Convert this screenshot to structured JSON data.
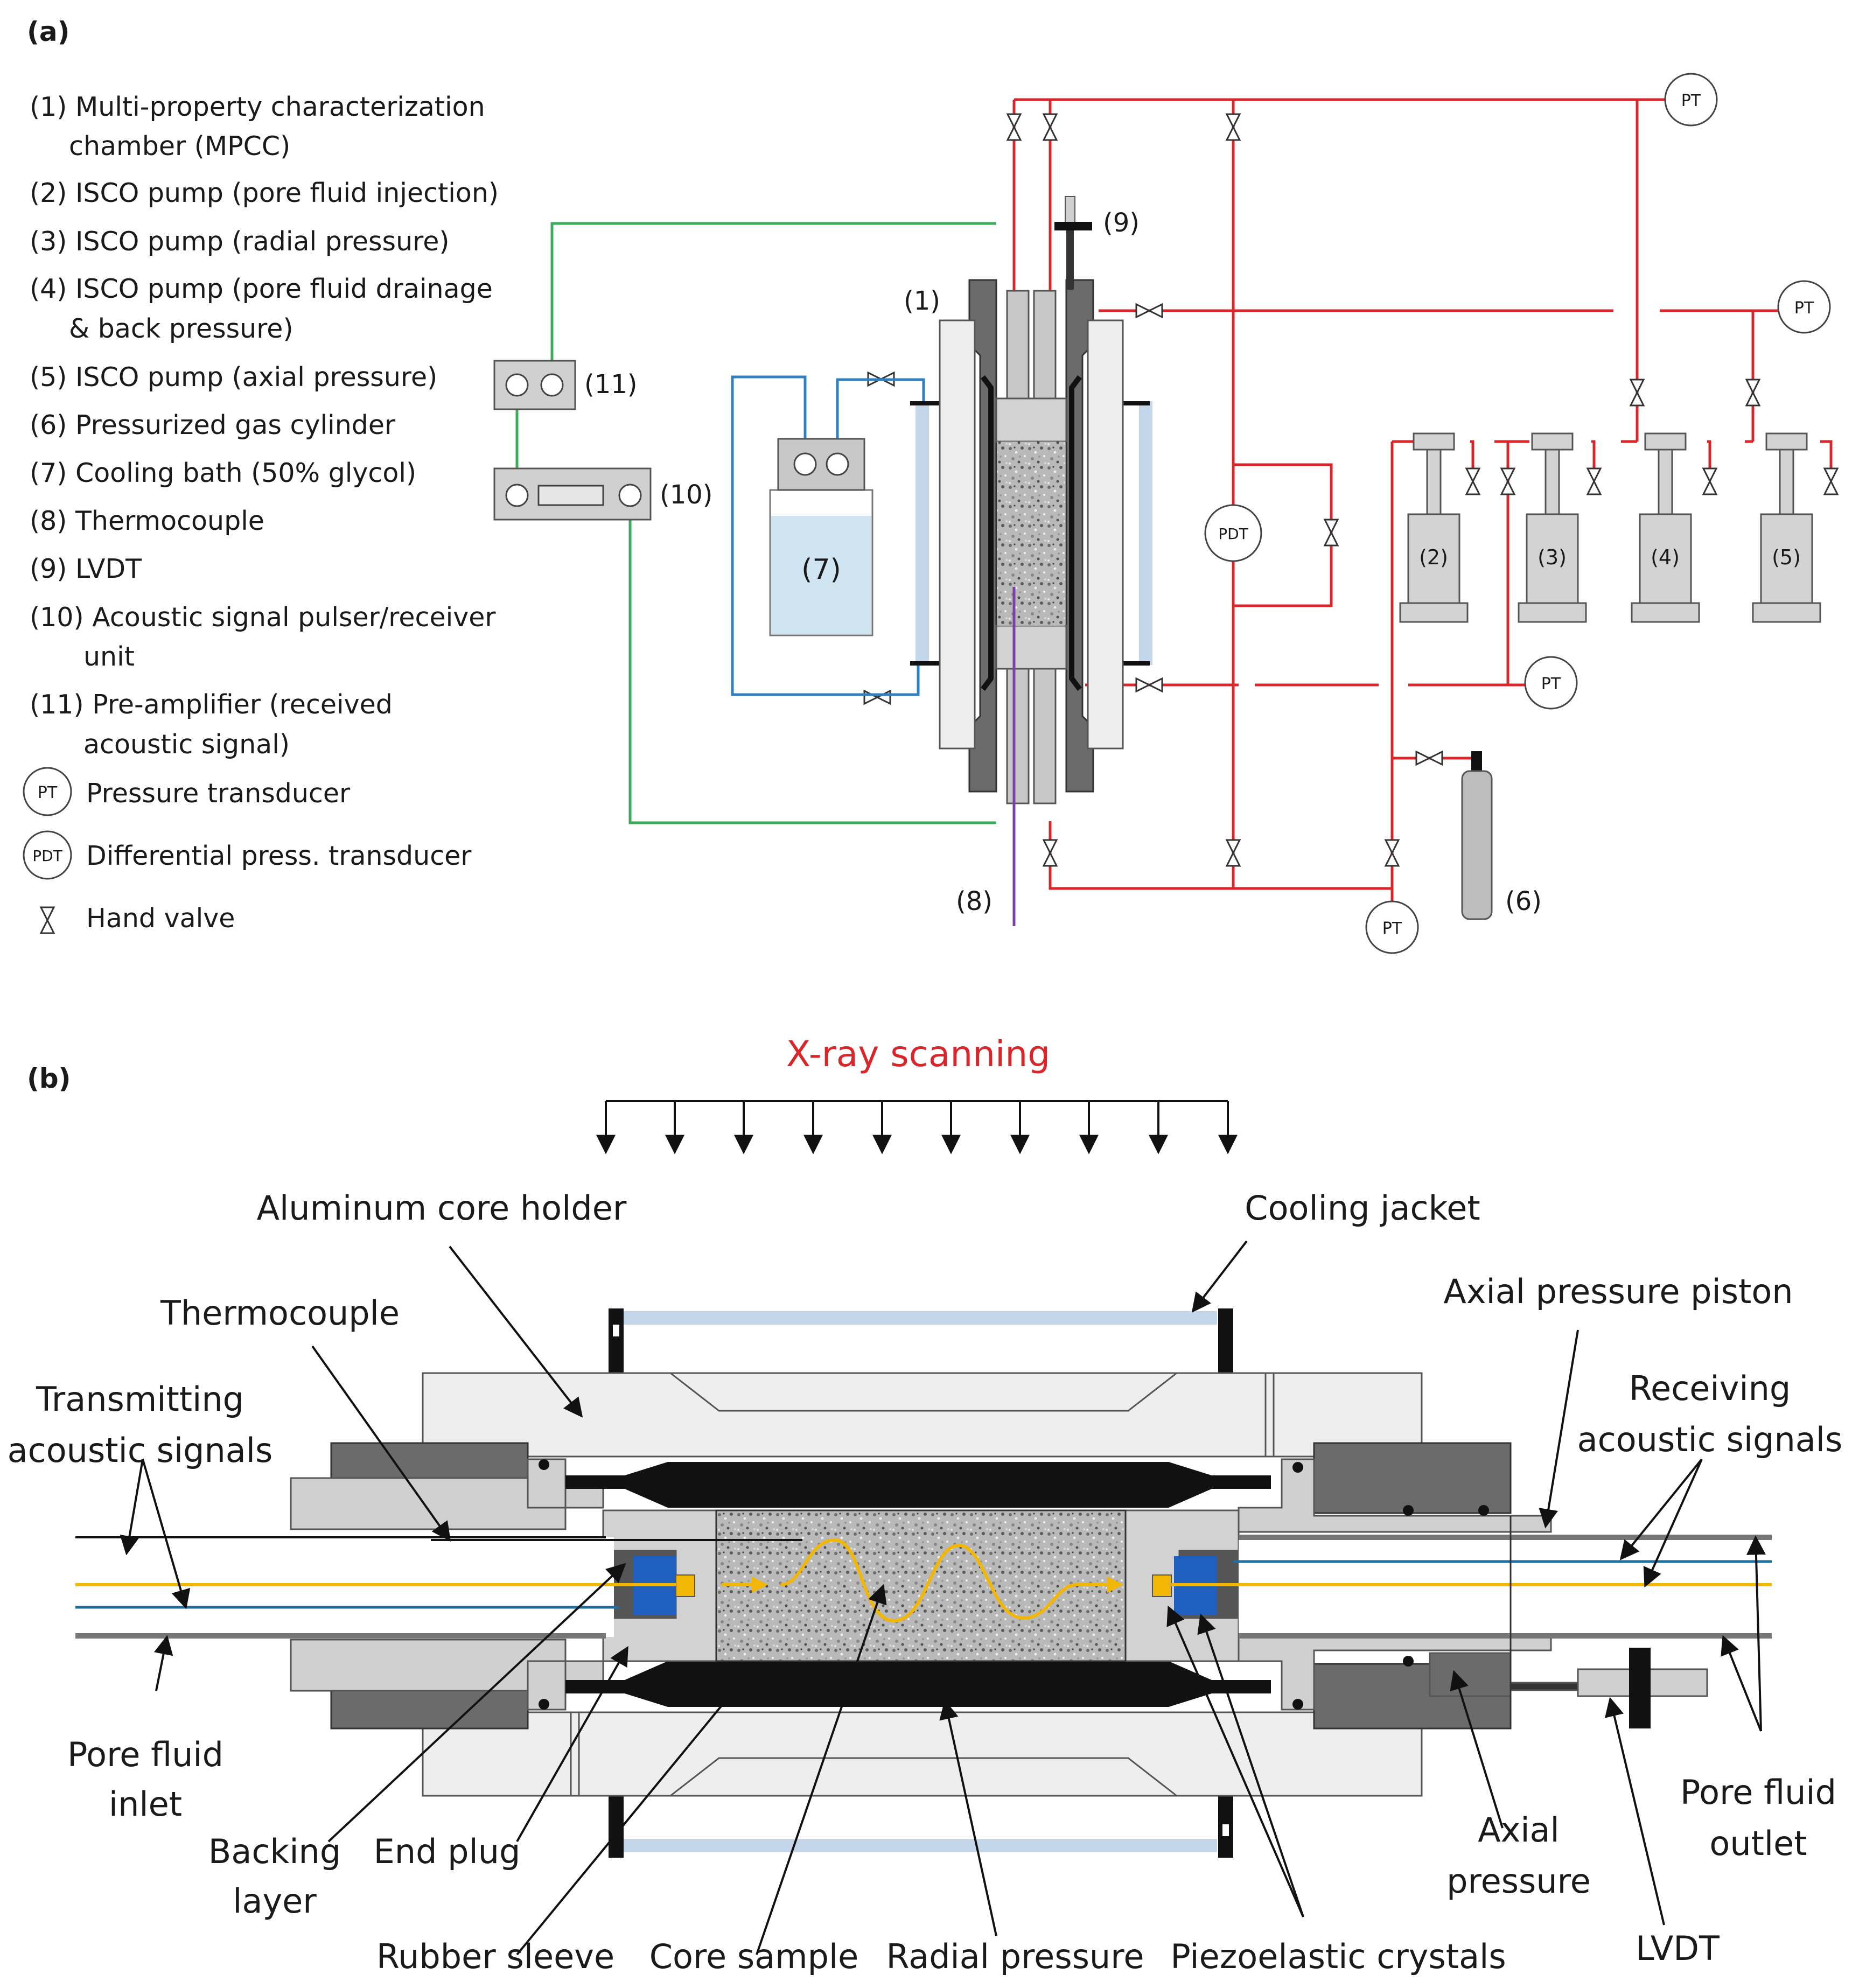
{
  "panel_a": {
    "label": "(a)",
    "legend": [
      {
        "id": "1",
        "text": "(1) Multi-property characterization",
        "cont": "chamber (MPCC)"
      },
      {
        "id": "2",
        "text": "(2) ISCO pump (pore fluid injection)"
      },
      {
        "id": "3",
        "text": "(3) ISCO pump (radial pressure)"
      },
      {
        "id": "4",
        "text": "(4) ISCO pump (pore fluid drainage",
        "cont": "& back pressure)"
      },
      {
        "id": "5",
        "text": "(5) ISCO pump (axial pressure)"
      },
      {
        "id": "6",
        "text": "(6) Pressurized gas cylinder"
      },
      {
        "id": "7",
        "text": "(7) Cooling bath (50% glycol)"
      },
      {
        "id": "8",
        "text": "(8) Thermocouple"
      },
      {
        "id": "9",
        "text": "(9) LVDT"
      },
      {
        "id": "10",
        "text": "(10) Acoustic signal pulser/receiver",
        "cont": "unit"
      },
      {
        "id": "11",
        "text": "(11) Pre-amplifier (received",
        "cont": "acoustic signal)"
      }
    ],
    "symbols": {
      "pt_abbr": "PT",
      "pt_text": "Pressure transducer",
      "pdt_abbr": "PDT",
      "pdt_text": "Differential press. transducer",
      "valve_text": "Hand valve"
    },
    "component_labels": {
      "c1": "(1)",
      "c2": "(2)",
      "c3": "(3)",
      "c4": "(4)",
      "c5": "(5)",
      "c6": "(6)",
      "c7": "(7)",
      "c8": "(8)",
      "c9": "(9)",
      "c10": "(10)",
      "c11": "(11)"
    },
    "colors": {
      "pressure_line": "#d9262b",
      "cooling_line": "#2f7fc1",
      "signal_line": "#3aaa5b",
      "thermocouple": "#7b3fa8",
      "bath_fluid": "#cfe6f2"
    }
  },
  "panel_b": {
    "label": "(b)",
    "xray": "X-ray scanning",
    "labels": {
      "aluminum": "Aluminum core holder",
      "cooling_jacket": "Cooling jacket",
      "thermocouple": "Thermocouple",
      "axial_piston": "Axial pressure piston",
      "transmitting_1": "Transmitting",
      "transmitting_2": "acoustic signals",
      "receiving_1": "Receiving",
      "receiving_2": "acoustic signals",
      "pore_inlet_1": "Pore fluid",
      "pore_inlet_2": "inlet",
      "pore_outlet_1": "Pore fluid",
      "pore_outlet_2": "outlet",
      "backing_1": "Backing",
      "backing_2": "layer",
      "end_plug": "End plug",
      "axial_pressure_1": "Axial",
      "axial_pressure_2": "pressure",
      "rubber_sleeve": "Rubber sleeve",
      "core_sample": "Core sample",
      "radial_pressure": "Radial pressure",
      "piezo": "Piezoelastic crystals",
      "lvdt": "LVDT"
    },
    "colors": {
      "xray_text": "#d9262b",
      "signal": "#f2b705",
      "crystal_blue": "#1f5fbf",
      "jacket": "#c3d6ea"
    }
  }
}
